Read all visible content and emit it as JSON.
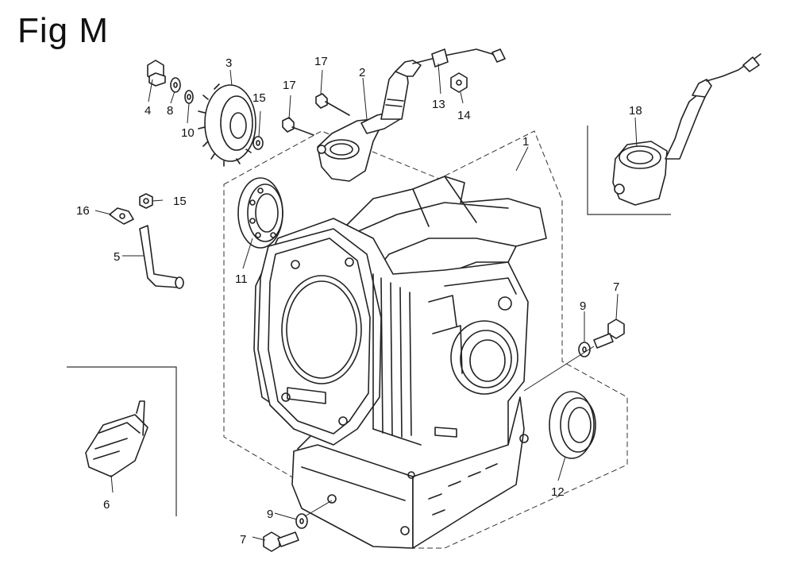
{
  "figure": {
    "title": "Fig M"
  },
  "callouts": [
    "1",
    "2",
    "3",
    "4",
    "5",
    "6",
    "7",
    "7",
    "8",
    "9",
    "9",
    "10",
    "11",
    "12",
    "13",
    "14",
    "15",
    "15",
    "16",
    "17",
    "17",
    "18"
  ]
}
